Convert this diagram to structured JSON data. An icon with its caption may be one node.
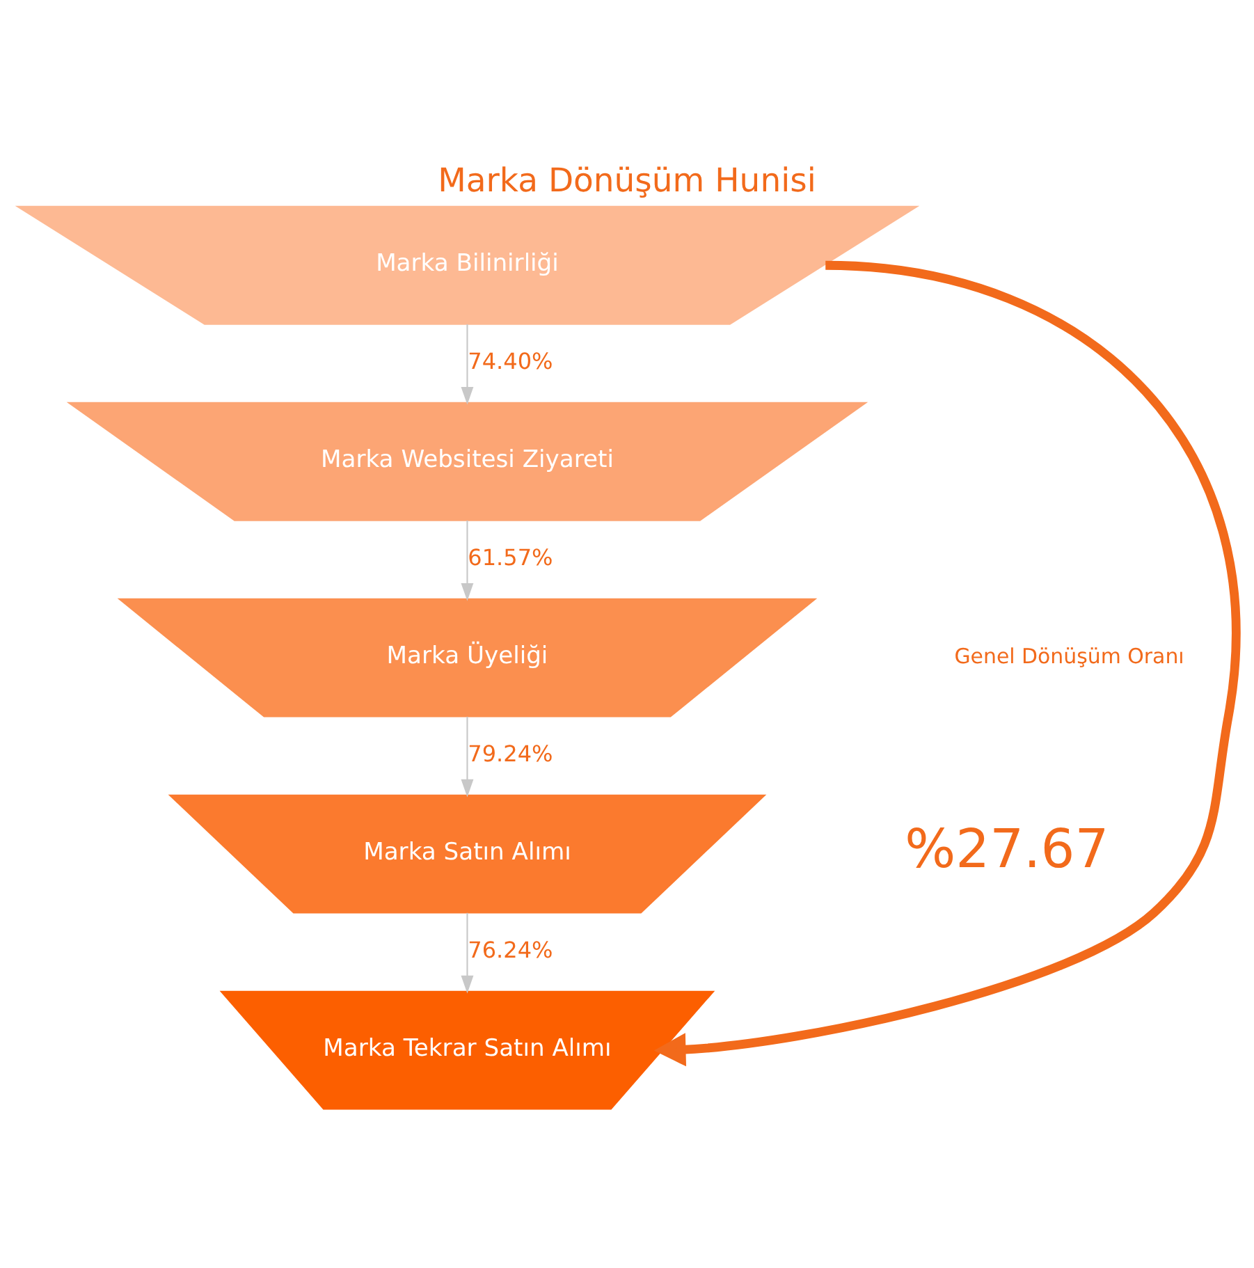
{
  "diagram": {
    "title": "Marka Dönüşüm Hunisi",
    "nodes": [
      {
        "text": [
          "Marka Bilinirliği"
        ]
      },
      {
        "text": [
          "Marka Websitesi Ziyareti"
        ]
      },
      {
        "text": [
          "Marka Üyeliği"
        ]
      },
      {
        "text": [
          "Marka Satın Alımı"
        ]
      },
      {
        "text": [
          "Marka Tekrar Satın Alımı"
        ]
      }
    ],
    "edges": [
      {
        "from": 0,
        "to": 1,
        "arrow": "to",
        "label": "74.40%"
      },
      {
        "from": 1,
        "to": 2,
        "arrow": "to",
        "label": "61.57%"
      },
      {
        "from": 2,
        "to": 3,
        "arrow": "to",
        "label": "79.24%"
      },
      {
        "from": 3,
        "to": 4,
        "arrow": "to",
        "label": "76.24%"
      },
      {
        "from": 0,
        "to": 4,
        "arrow": "to",
        "style": "thick",
        "color": "#f26a1b"
      }
    ],
    "labels": [
      "Genel Dönüşüm Oranı",
      "%27.67"
    ]
  }
}
